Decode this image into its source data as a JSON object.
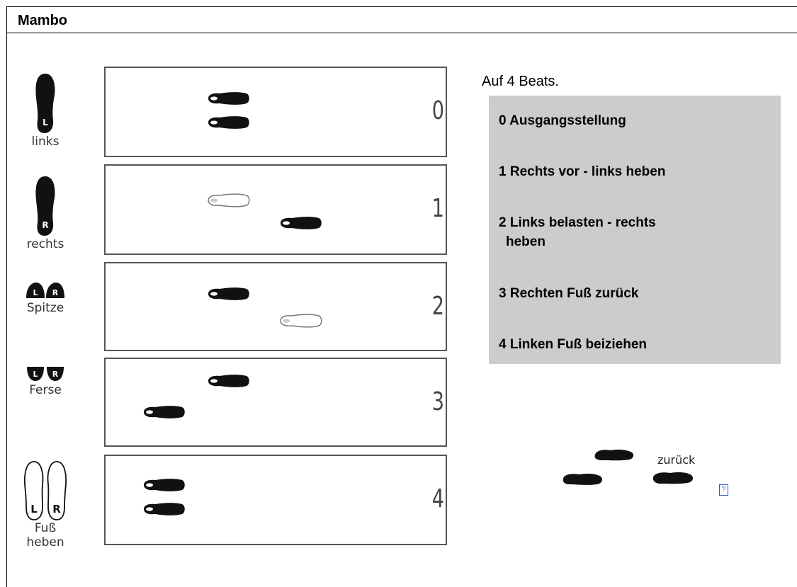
{
  "title": "Mambo",
  "legend": {
    "links": "links",
    "rechts": "rechts",
    "spitze": "Spitze",
    "ferse": "Ferse",
    "fuss": "Fuß",
    "heben": "heben",
    "badge_l": "L",
    "badge_r": "R"
  },
  "panels": [
    "0",
    "1",
    "2",
    "3",
    "4"
  ],
  "description": {
    "intro": "Auf 4 Beats.",
    "steps": [
      "0 Ausgangsstellung",
      "1 Rechts vor - links heben",
      "2 Links belasten - rechts",
      "heben",
      "3 Rechten Fuß zurück",
      "4 Linken Fuß beiziehen"
    ]
  },
  "figure": {
    "label": "zurück",
    "missing_image_glyph": "?"
  }
}
